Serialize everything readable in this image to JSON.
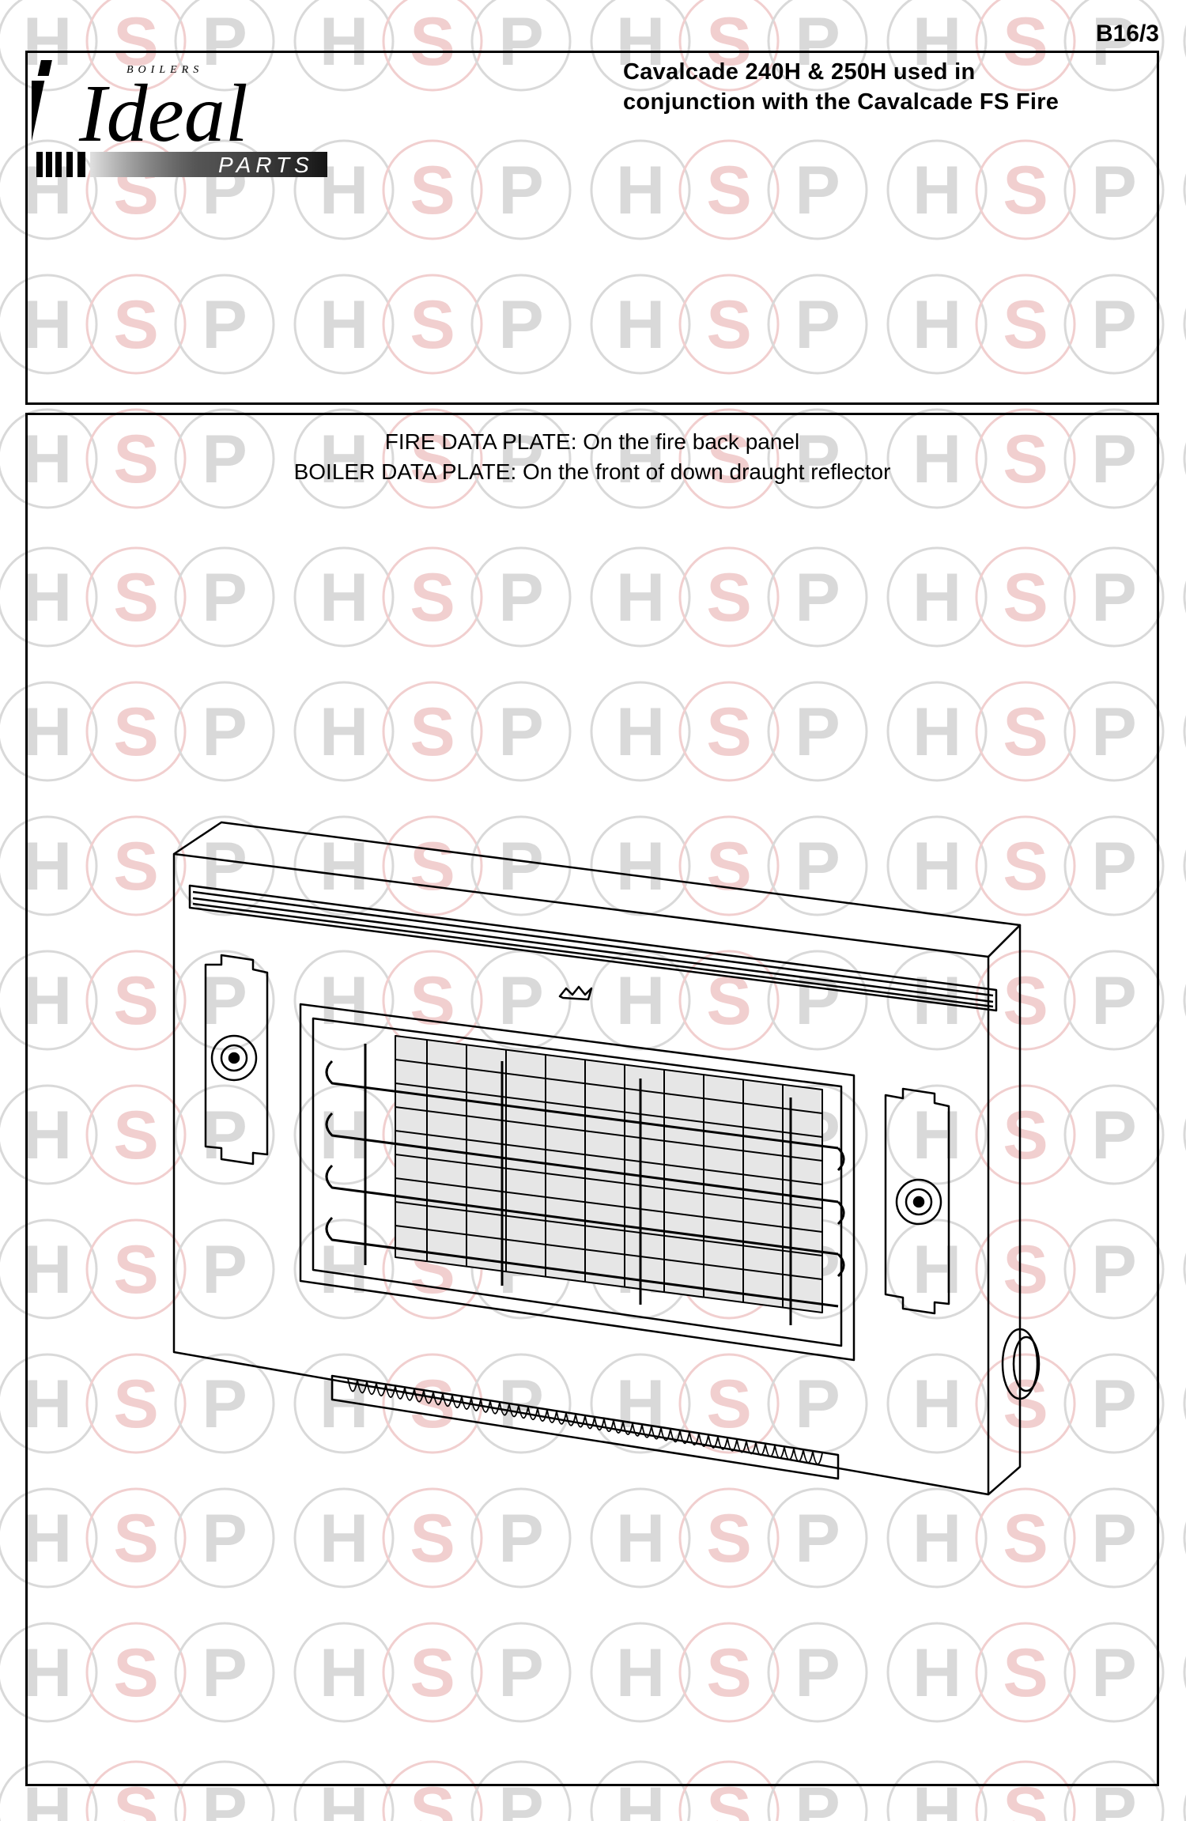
{
  "page_code": "B16/3",
  "logo": {
    "brand": "Ideal",
    "tagline_top": "BOILERS",
    "tagline_bottom": "PARTS"
  },
  "header": {
    "title_line1": "Cavalcade 240H & 250H used in",
    "title_line2": "conjunction with the Cavalcade FS Fire"
  },
  "notes": {
    "fire_label": "FIRE DATA PLATE:",
    "fire_text": "On the fire back panel",
    "boiler_label": "BOILER DATA PLATE:",
    "boiler_text": "On the front of down draught reflector"
  },
  "watermark": {
    "letters": [
      "H",
      "S",
      "P"
    ],
    "colors": {
      "H": "#d9d9d9",
      "S": "#f1cfcf",
      "P": "#d9d9d9"
    }
  },
  "drawing": {
    "subject": "gas-fire-illustration"
  }
}
